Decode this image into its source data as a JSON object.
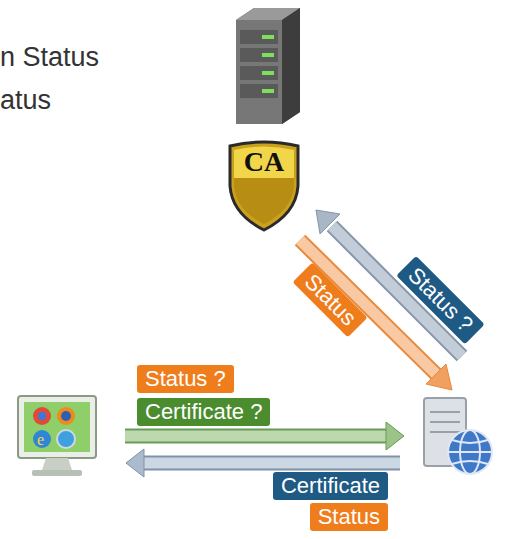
{
  "diagram": {
    "nodes": [
      {
        "text": [
          "CA"
        ]
      }
    ],
    "labels": [
      "n Status",
      "atus",
      "Status ?",
      "Status",
      "Status ?",
      "Certificate ?",
      "Certificate",
      "Status"
    ]
  }
}
